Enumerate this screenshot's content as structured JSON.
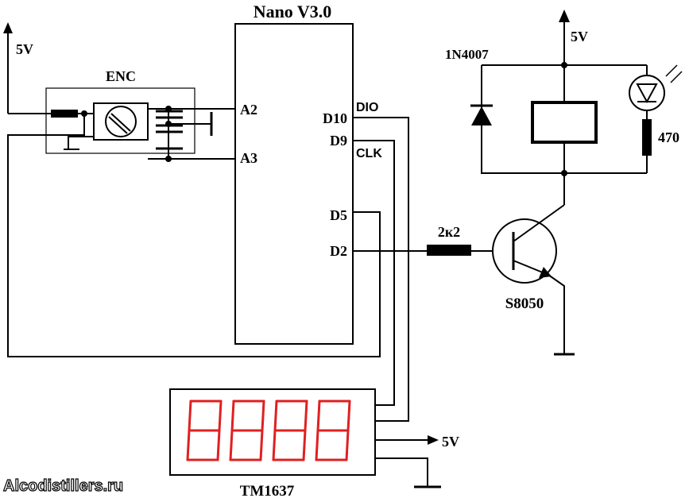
{
  "mcu": {
    "title": "Nano V3.0",
    "pins": {
      "a2": "A2",
      "a3": "A3",
      "d10": "D10",
      "d9": "D9",
      "d5": "D5",
      "d2": "D2"
    }
  },
  "encoder": {
    "label": "ENC"
  },
  "power": {
    "enc_supply": "5V",
    "relay_supply": "5V",
    "display_supply": "5V"
  },
  "diode": {
    "label": "1N4007"
  },
  "resistor_led": {
    "label": "470"
  },
  "resistor_base": {
    "label": "2к2"
  },
  "transistor": {
    "label": "S8050"
  },
  "display": {
    "label": "TM1637",
    "dio": "DIO",
    "clk": "CLK"
  },
  "watermark": "Alcodistillers.ru",
  "colors": {
    "segments": "#e02020",
    "wires": "#000000"
  }
}
